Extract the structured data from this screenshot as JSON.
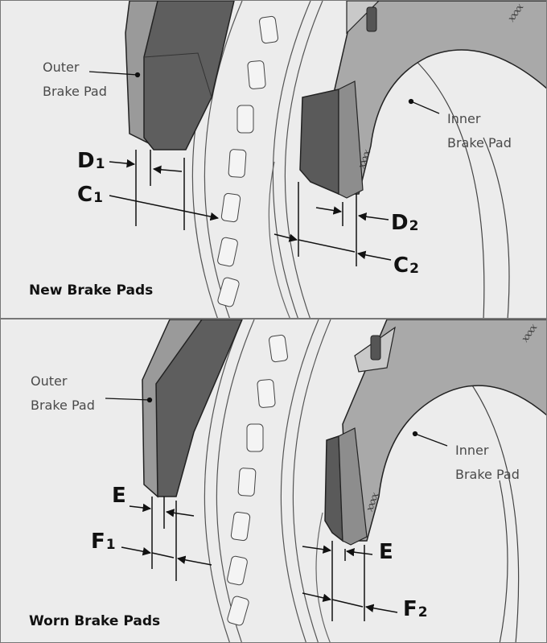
{
  "new_panel": {
    "caption": "New Brake Pads",
    "outer_label": [
      "Outer",
      "Brake Pad"
    ],
    "inner_label": [
      "Inner",
      "Brake Pad"
    ],
    "dims": [
      {
        "letter": "D",
        "sub": "1"
      },
      {
        "letter": "C",
        "sub": "1"
      },
      {
        "letter": "D",
        "sub": "2"
      },
      {
        "letter": "C",
        "sub": "2"
      }
    ],
    "pad_marking": "xxxx"
  },
  "worn_panel": {
    "caption": "Worn Brake Pads",
    "outer_label": [
      "Outer",
      "Brake Pad"
    ],
    "inner_label": [
      "Inner",
      "Brake Pad"
    ],
    "dims": [
      {
        "letter": "E",
        "sub": ""
      },
      {
        "letter": "F",
        "sub": "1"
      },
      {
        "letter": "E",
        "sub": ""
      },
      {
        "letter": "F",
        "sub": "2"
      }
    ],
    "pad_marking": "xxxx"
  },
  "colors": {
    "background": "#ececec",
    "outer_pad_light": "#9a9a9a",
    "outer_pad_dark": "#5e5e5e",
    "inner_caliper": "#a9a9a9",
    "inner_pad_dark": "#5a5a5a",
    "outline": "#222222"
  }
}
